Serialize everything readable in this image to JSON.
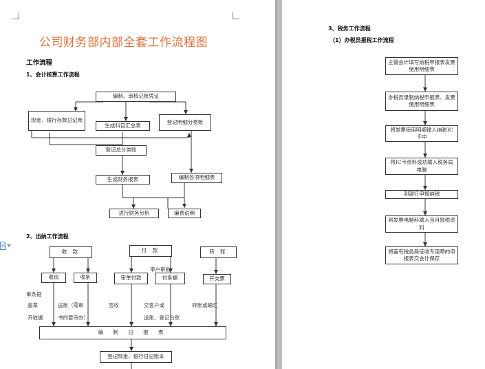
{
  "document": {
    "title": "公司财务部内部全套工作流程图",
    "work_flow_heading": "工作流程",
    "section1_heading": "1、会计核算工作流程",
    "section2_heading": "2、出纳工作流程",
    "section3_heading": "3、税务工作流程",
    "section3_sub": "（1）办税员报税工作流程"
  },
  "accounting_flow": {
    "compile_review": "编制、审核记账凭证",
    "cash_bank_journal": "现金、银行存款日记账",
    "summary_table": "生成科目汇总表",
    "detail_ledger": "登记明细分类账",
    "general_ledger": "登记总分类账",
    "financial_report": "生成财务报表",
    "detail_report": "编制各项明细表",
    "analysis": "进行财务分析",
    "notes": "编表说明"
  },
  "cashier_flow": {
    "receive": "收 款",
    "pay": "付 款",
    "transfer": "转 账",
    "cash_receive": "收现",
    "receipt": "收条",
    "review_pay": "审单付款",
    "pay_receipt": "付条据",
    "issue_check": "开支票",
    "overlap_note": "审户审批",
    "label_review_bill": "审条据",
    "label_stamp": "盖章",
    "label_contact": "送账（需审",
    "label_sign": "签收",
    "label_customer": "交客户或",
    "label_transfer_sign": "转账或确汇",
    "label_open_bill": "开收据",
    "label_approve": "书的要审办）",
    "label_entry": "送账、登记台账",
    "daily_report": "编 制 日 报 表",
    "register_journal": "登记现金、银行日记账本"
  },
  "tax_flow": {
    "step1": "主管会计填写纳税申报表发票使用明细表",
    "step2": "办税员录制纳税申报表、发票使用明细表",
    "step3": "将发票使用明细输入纳税IC卡中",
    "step4": "将IC卡资料成功输入税务局电脑",
    "step5": "到银行申报纳税",
    "step6": "到发票电脑科输入当月报税资料",
    "step7": "将盖有税务局征收专用章的申报表交会计保存"
  },
  "colors": {
    "title": "#e0703a",
    "gutter": "#bdbdbd",
    "background": "#d4d4d4"
  }
}
